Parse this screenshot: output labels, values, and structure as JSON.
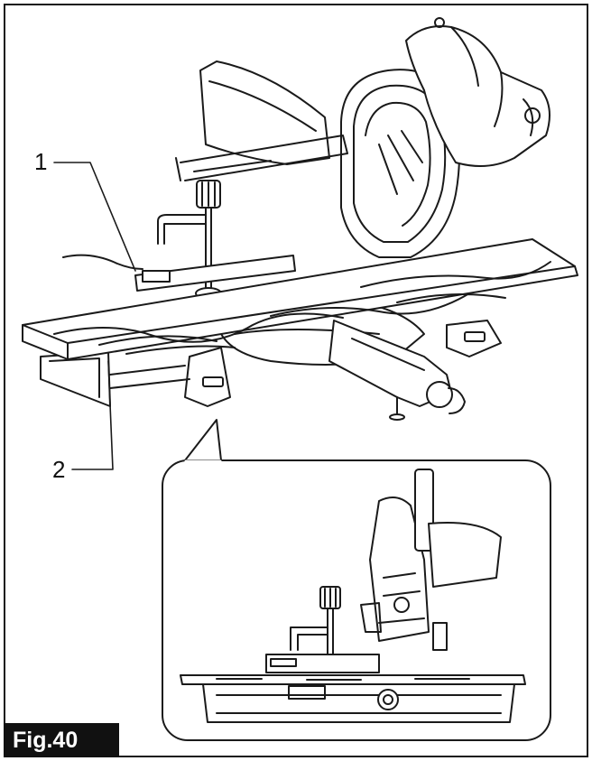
{
  "figure": {
    "label": "Fig.40",
    "callouts": [
      {
        "id": "1",
        "text": "1"
      },
      {
        "id": "2",
        "text": "2"
      }
    ]
  },
  "colors": {
    "line": "#1a1a1a",
    "label_bg": "#111111",
    "label_text": "#ffffff"
  }
}
